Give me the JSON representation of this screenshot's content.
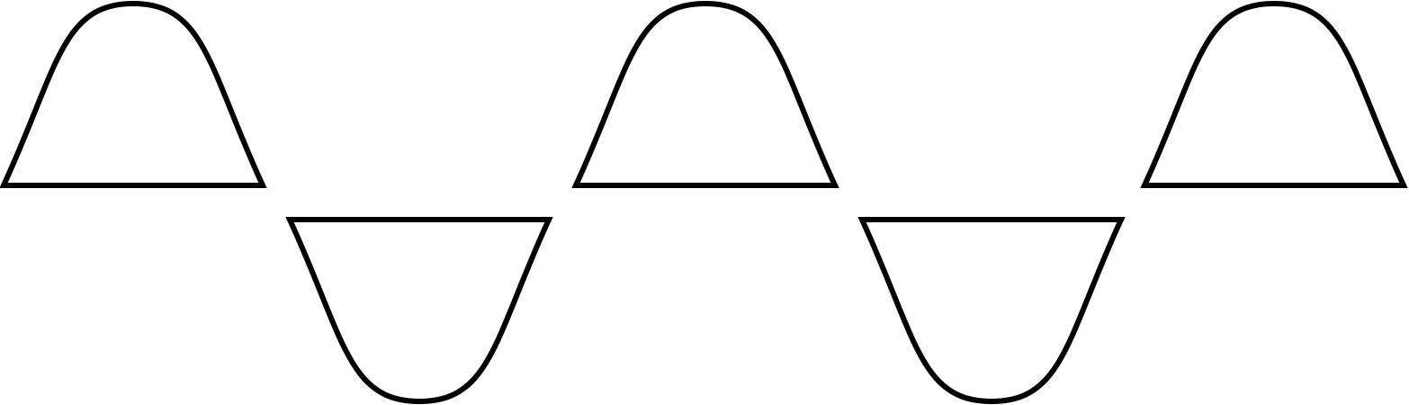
{
  "diagram": {
    "stroke_color": "#000000",
    "background_color": "#ffffff",
    "shapes": [
      {
        "kind": "arch-up"
      },
      {
        "kind": "arch-down"
      },
      {
        "kind": "arch-up"
      },
      {
        "kind": "arch-down"
      },
      {
        "kind": "arch-up"
      }
    ]
  }
}
